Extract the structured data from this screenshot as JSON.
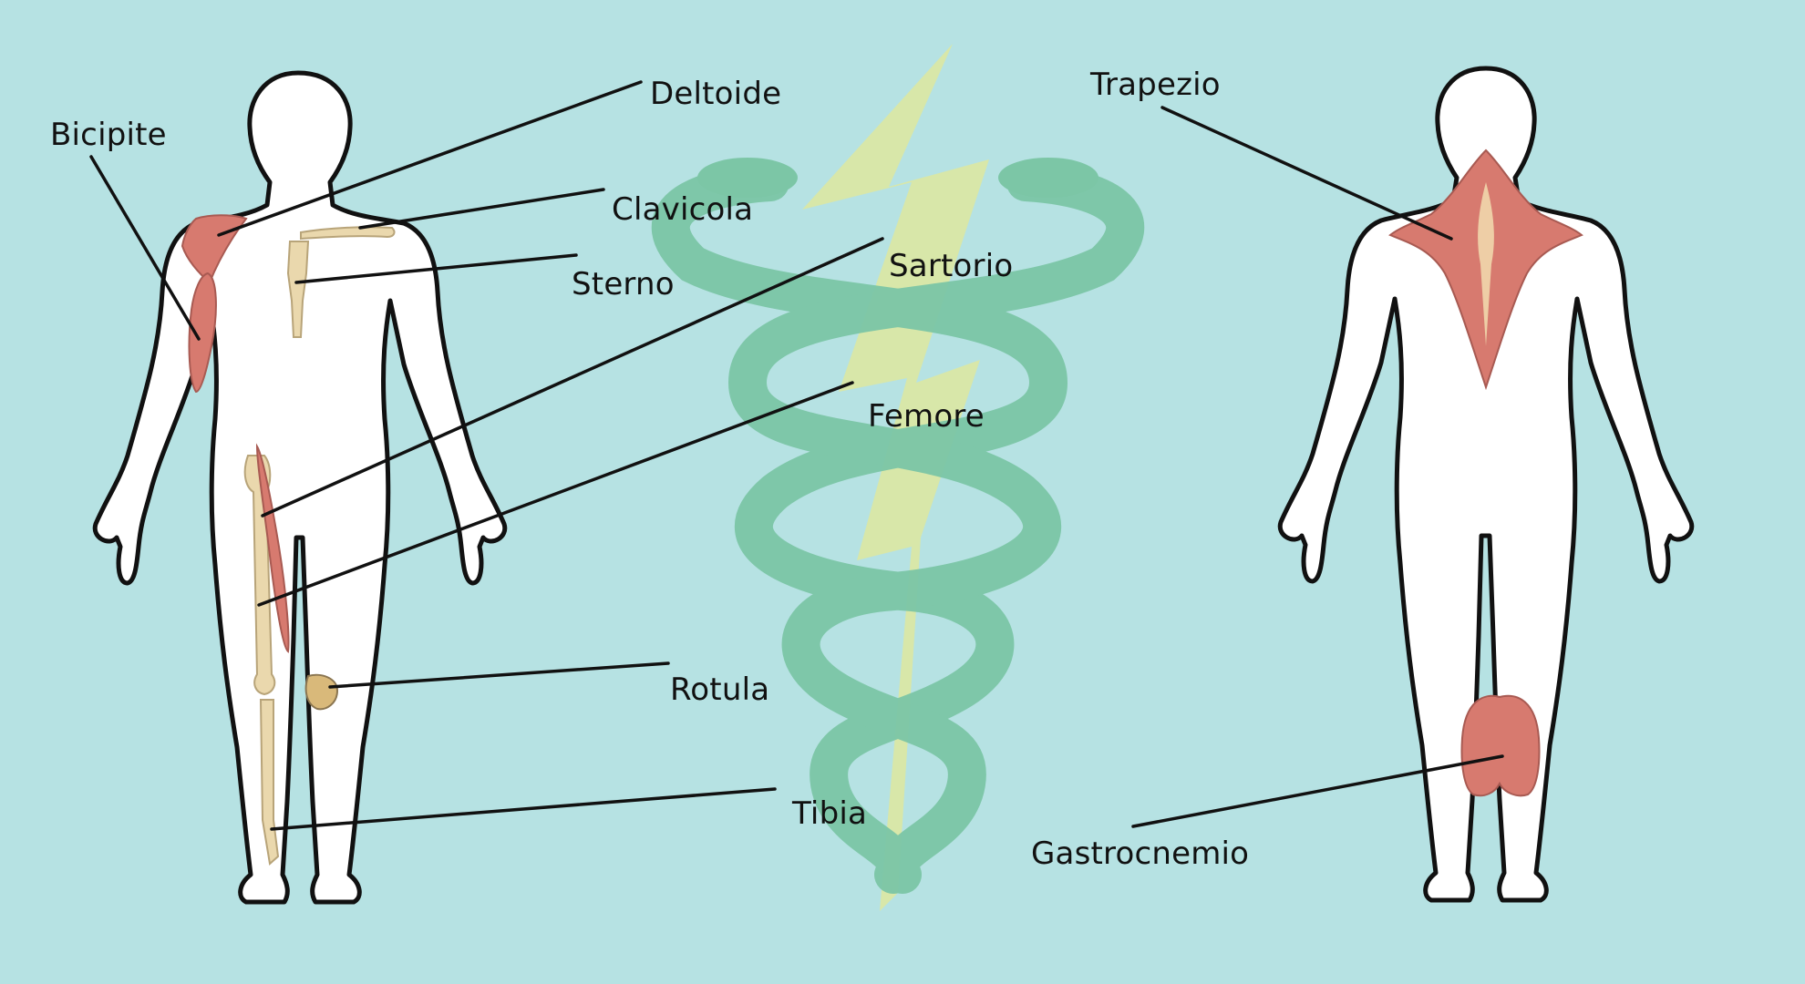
{
  "colors": {
    "background": "#b6e2e3",
    "caduceus_snake": "#7cc6a6",
    "caduceus_bolt": "#dbe8a2",
    "muscle": "#d77a6f",
    "bone": "#ead8ad",
    "outline": "#111111"
  },
  "labels": {
    "deltoide": "Deltoide",
    "bicipite": "Bicipite",
    "clavicola": "Clavicola",
    "sterno": "Sterno",
    "sartorio": "Sartorio",
    "femore": "Femore",
    "rotula": "Rotula",
    "tibia": "Tibia",
    "trapezio": "Trapezio",
    "gastrocnemio": "Gastrocnemio"
  },
  "icons": {
    "center": "caduceus-icon"
  }
}
